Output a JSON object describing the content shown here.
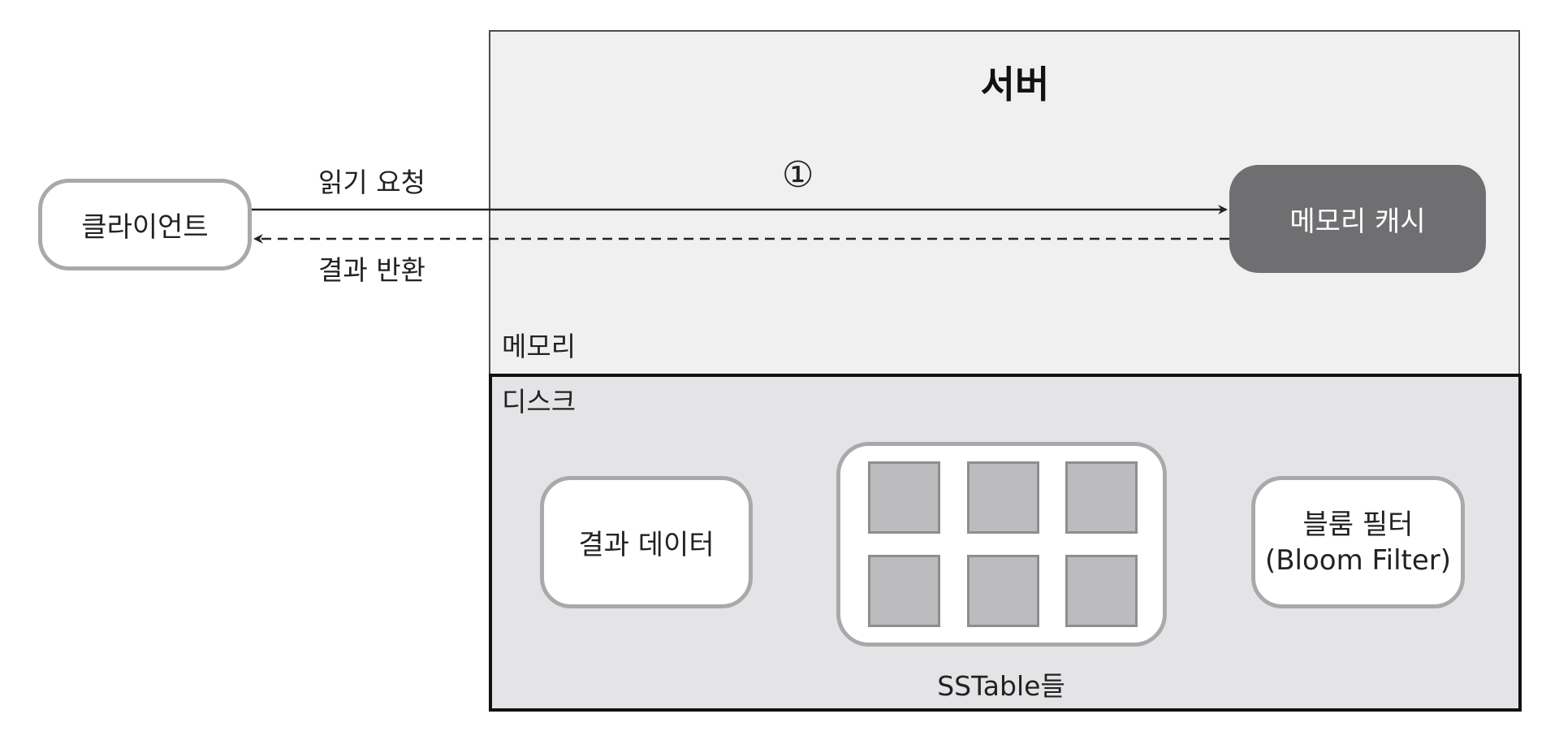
{
  "server": {
    "title": "서버",
    "memory_label": "메모리",
    "disk_label": "디스크"
  },
  "client": {
    "label": "클라이언트"
  },
  "request": {
    "label": "읽기 요청",
    "step": "①"
  },
  "response": {
    "label": "결과 반환"
  },
  "memory_cache": {
    "label": "메모리 캐시"
  },
  "disk": {
    "result_data": "결과 데이터",
    "sstables_label": "SSTable들",
    "bloom_line1": "블룸 필터",
    "bloom_line2": "(Bloom Filter)"
  },
  "colors": {
    "memory_area": "#f0f0f0",
    "disk_area": "#e4e4e6",
    "memory_cache": "#6f6f71",
    "node_border": "#a9a9ab",
    "sstable_cell": "#bcbcbe"
  }
}
